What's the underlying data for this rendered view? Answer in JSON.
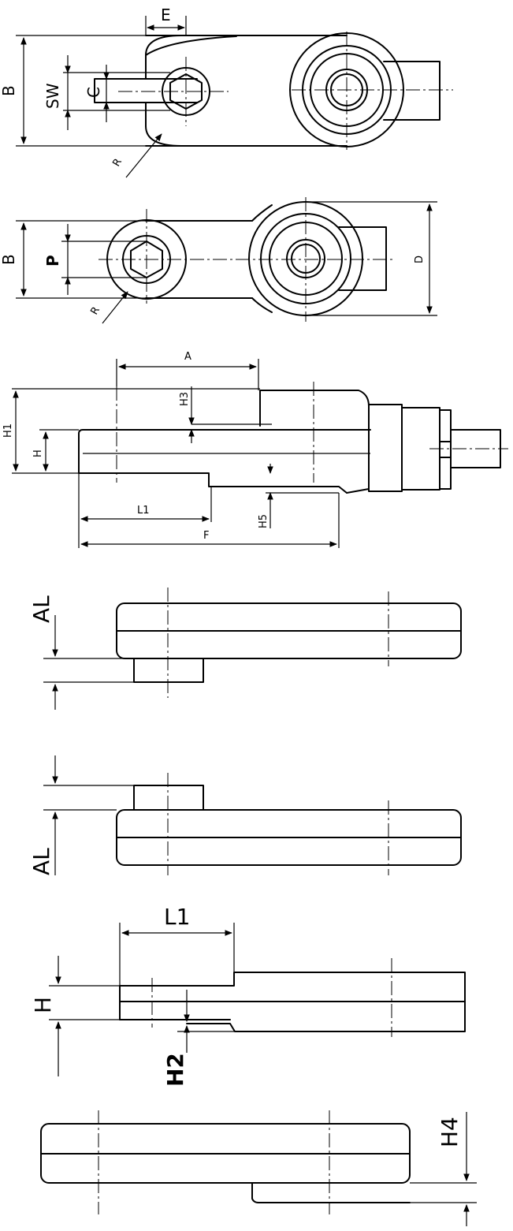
{
  "views": {
    "top_view_1": {
      "labels": {
        "E": "E",
        "B": "B",
        "SW": "SW",
        "C": "C",
        "R": "R"
      }
    },
    "top_view_2": {
      "labels": {
        "B": "B",
        "P": "P",
        "D": "D",
        "R": "R"
      }
    },
    "side_view": {
      "labels": {
        "A": "A",
        "H3": "H3",
        "H1": "H1",
        "H": "H",
        "L1": "L1",
        "F": "F",
        "H5": "H5"
      }
    },
    "offset_down": {
      "labels": {
        "AL": "AL"
      }
    },
    "offset_up": {
      "labels": {
        "AL": "AL"
      }
    },
    "step_view": {
      "labels": {
        "L1": "L1",
        "H": "H",
        "H2": "H2"
      }
    },
    "bottom_step": {
      "labels": {
        "H4": "H4"
      }
    }
  },
  "colors": {
    "line": "#000000",
    "background": "#ffffff"
  }
}
